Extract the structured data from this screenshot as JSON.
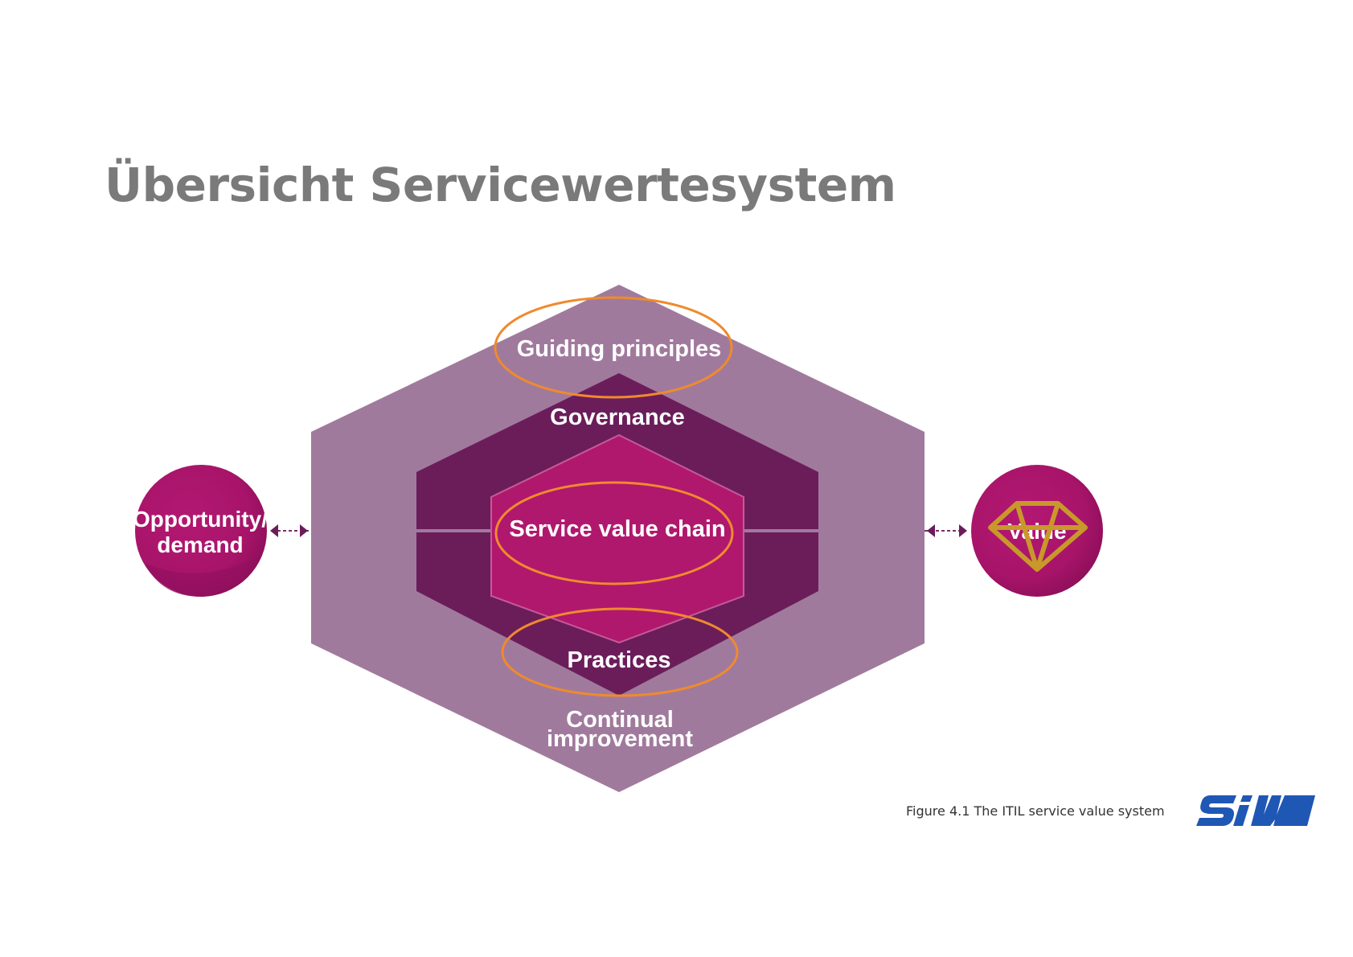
{
  "title": "Übersicht Servicewertesystem",
  "diagram": {
    "outer_label": "Guiding principles",
    "governance_label": "Governance",
    "center_label": "Service value chain",
    "practices_label": "Practices",
    "improvement_label_line1": "Continual",
    "improvement_label_line2": "improvement",
    "input_label_line1": "Opportunity/",
    "input_label_line2": "demand",
    "output_label": "Value",
    "highlight_count": 3,
    "colors": {
      "outer_hex": "#a07a9d",
      "middle_hex": "#6b1d5a",
      "center_hex": "#b0186d",
      "circle": "#a8146a",
      "highlight": "#ef8a2e",
      "gem": "#c8982a"
    }
  },
  "caption": "Figure 4.1  The ITIL service value system",
  "logo": {
    "text": "SIW",
    "color": "#1f57b5"
  }
}
